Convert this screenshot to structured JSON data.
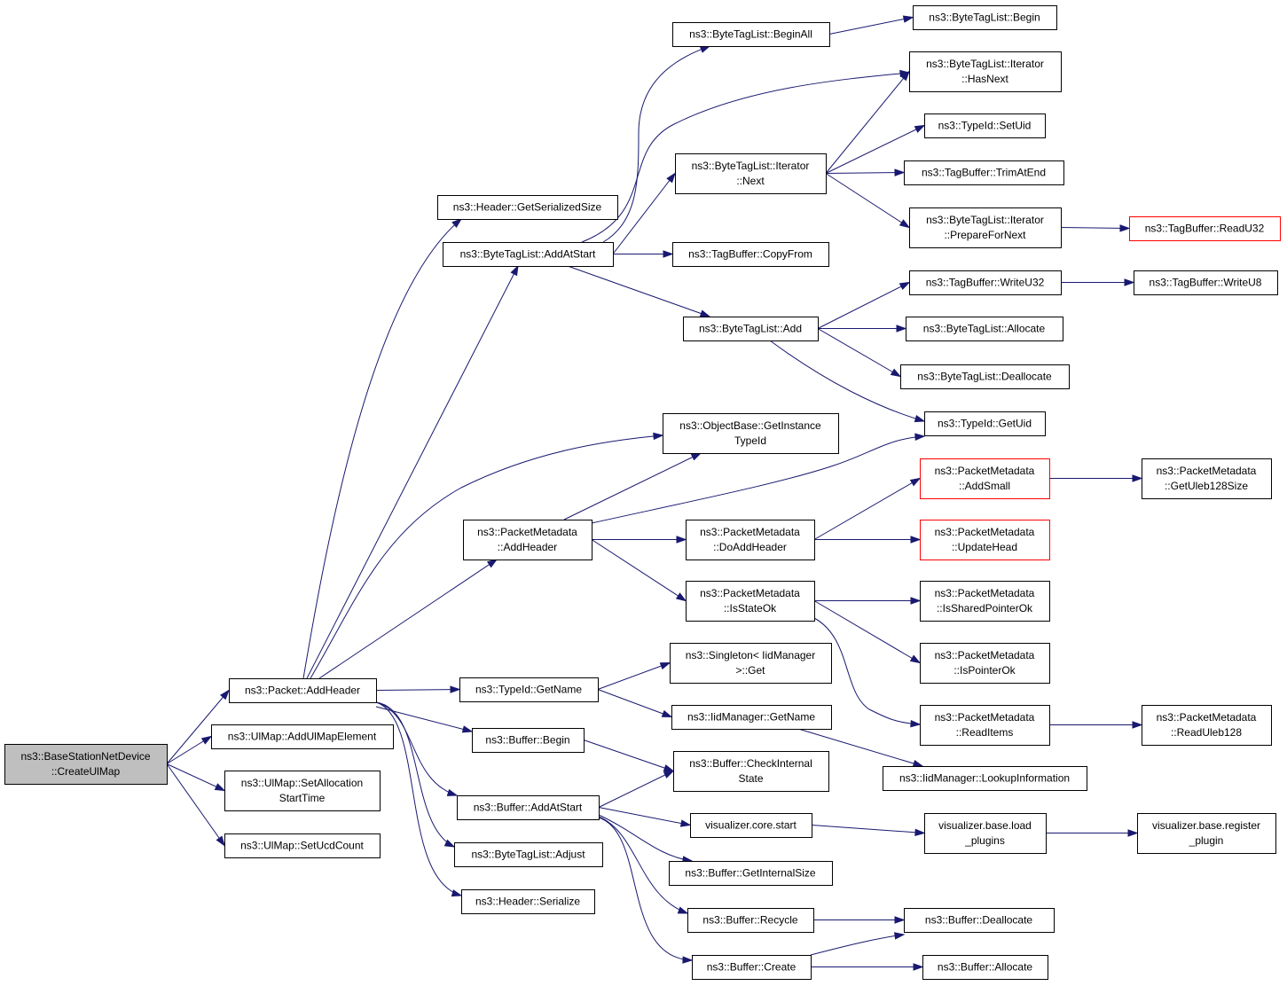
{
  "colors": {
    "edge": "#191970",
    "root_fill": "#bfbfbf",
    "node_fill": "#ffffff",
    "node_border": "#000000",
    "truncated_border": "#ff0000"
  },
  "nodes": [
    {
      "id": "root",
      "lines": [
        "ns3::BaseStationNetDevice",
        "::CreateUlMap"
      ],
      "root": true
    },
    {
      "id": "packet_addheader",
      "lines": [
        "ns3::Packet::AddHeader"
      ]
    },
    {
      "id": "ulmap_addulmapelement",
      "lines": [
        "ns3::UlMap::AddUlMapElement"
      ]
    },
    {
      "id": "ulmap_setallocationstarttime",
      "lines": [
        "ns3::UlMap::SetAllocation",
        "StartTime"
      ]
    },
    {
      "id": "ulmap_setucdcount",
      "lines": [
        "ns3::UlMap::SetUcdCount"
      ]
    },
    {
      "id": "header_getserializedsize",
      "lines": [
        "ns3::Header::GetSerializedSize"
      ]
    },
    {
      "id": "bytetaglist_addatstart",
      "lines": [
        "ns3::ByteTagList::AddAtStart"
      ]
    },
    {
      "id": "packetmetadata_addheader",
      "lines": [
        "ns3::PacketMetadata",
        "::AddHeader"
      ]
    },
    {
      "id": "typeid_getname",
      "lines": [
        "ns3::TypeId::GetName"
      ]
    },
    {
      "id": "buffer_begin",
      "lines": [
        "ns3::Buffer::Begin"
      ]
    },
    {
      "id": "buffer_addatstart",
      "lines": [
        "ns3::Buffer::AddAtStart"
      ]
    },
    {
      "id": "bytetaglist_adjust",
      "lines": [
        "ns3::ByteTagList::Adjust"
      ]
    },
    {
      "id": "header_serialize",
      "lines": [
        "ns3::Header::Serialize"
      ]
    },
    {
      "id": "bytetaglist_beginall",
      "lines": [
        "ns3::ByteTagList::BeginAll"
      ]
    },
    {
      "id": "iterator_next",
      "lines": [
        "ns3::ByteTagList::Iterator",
        "::Next"
      ]
    },
    {
      "id": "tagbuffer_copyfrom",
      "lines": [
        "ns3::TagBuffer::CopyFrom"
      ]
    },
    {
      "id": "bytetaglist_add",
      "lines": [
        "ns3::ByteTagList::Add"
      ]
    },
    {
      "id": "objectbase_getinstancetypeid",
      "lines": [
        "ns3::ObjectBase::GetInstance",
        "TypeId"
      ]
    },
    {
      "id": "packetmetadata_doaddheader",
      "lines": [
        "ns3::PacketMetadata",
        "::DoAddHeader"
      ]
    },
    {
      "id": "packetmetadata_isstateok",
      "lines": [
        "ns3::PacketMetadata",
        "::IsStateOk"
      ]
    },
    {
      "id": "singleton_get",
      "lines": [
        "ns3::Singleton< IidManager",
        " >::Get"
      ]
    },
    {
      "id": "iidmanager_getname",
      "lines": [
        "ns3::IidManager::GetName"
      ]
    },
    {
      "id": "buffer_checkinternalstate",
      "lines": [
        "ns3::Buffer::CheckInternal",
        "State"
      ]
    },
    {
      "id": "visualizer_core_start",
      "lines": [
        "visualizer.core.start"
      ]
    },
    {
      "id": "buffer_getinternalsize",
      "lines": [
        "ns3::Buffer::GetInternalSize"
      ]
    },
    {
      "id": "buffer_recycle",
      "lines": [
        "ns3::Buffer::Recycle"
      ]
    },
    {
      "id": "buffer_create",
      "lines": [
        "ns3::Buffer::Create"
      ]
    },
    {
      "id": "bytetaglist_begin",
      "lines": [
        "ns3::ByteTagList::Begin"
      ]
    },
    {
      "id": "iterator_hasnext",
      "lines": [
        "ns3::ByteTagList::Iterator",
        "::HasNext"
      ]
    },
    {
      "id": "typeid_setuid",
      "lines": [
        "ns3::TypeId::SetUid"
      ]
    },
    {
      "id": "tagbuffer_trimatend",
      "lines": [
        "ns3::TagBuffer::TrimAtEnd"
      ]
    },
    {
      "id": "iterator_preparefornext",
      "lines": [
        "ns3::ByteTagList::Iterator",
        "::PrepareForNext"
      ]
    },
    {
      "id": "tagbuffer_writeu32",
      "lines": [
        "ns3::TagBuffer::WriteU32"
      ]
    },
    {
      "id": "bytetaglist_allocate",
      "lines": [
        "ns3::ByteTagList::Allocate"
      ]
    },
    {
      "id": "bytetaglist_deallocate",
      "lines": [
        "ns3::ByteTagList::Deallocate"
      ]
    },
    {
      "id": "typeid_getuid",
      "lines": [
        "ns3::TypeId::GetUid"
      ]
    },
    {
      "id": "packetmetadata_addsmall",
      "lines": [
        "ns3::PacketMetadata",
        "::AddSmall"
      ],
      "truncated": true
    },
    {
      "id": "packetmetadata_updatehead",
      "lines": [
        "ns3::PacketMetadata",
        "::UpdateHead"
      ],
      "truncated": true
    },
    {
      "id": "packetmetadata_issharedpointerok",
      "lines": [
        "ns3::PacketMetadata",
        "::IsSharedPointerOk"
      ]
    },
    {
      "id": "packetmetadata_ispointerok",
      "lines": [
        "ns3::PacketMetadata",
        "::IsPointerOk"
      ]
    },
    {
      "id": "packetmetadata_readitems",
      "lines": [
        "ns3::PacketMetadata",
        "::ReadItems"
      ]
    },
    {
      "id": "iidmanager_lookupinformation",
      "lines": [
        "ns3::IidManager::LookupInformation"
      ]
    },
    {
      "id": "visualizer_base_load_plugins",
      "lines": [
        "visualizer.base.load",
        "_plugins"
      ]
    },
    {
      "id": "buffer_deallocate",
      "lines": [
        "ns3::Buffer::Deallocate"
      ]
    },
    {
      "id": "buffer_allocate",
      "lines": [
        "ns3::Buffer::Allocate"
      ]
    },
    {
      "id": "tagbuffer_readu32",
      "lines": [
        "ns3::TagBuffer::ReadU32"
      ],
      "truncated": true
    },
    {
      "id": "tagbuffer_writeu8",
      "lines": [
        "ns3::TagBuffer::WriteU8"
      ]
    },
    {
      "id": "packetmetadata_getuleb128size",
      "lines": [
        "ns3::PacketMetadata",
        "::GetUleb128Size"
      ]
    },
    {
      "id": "packetmetadata_readuleb128",
      "lines": [
        "ns3::PacketMetadata",
        "::ReadUleb128"
      ]
    },
    {
      "id": "visualizer_base_register_plugin",
      "lines": [
        "visualizer.base.register",
        "_plugin"
      ]
    }
  ],
  "edges": [
    [
      "root",
      "packet_addheader"
    ],
    [
      "root",
      "ulmap_addulmapelement"
    ],
    [
      "root",
      "ulmap_setallocationstarttime"
    ],
    [
      "root",
      "ulmap_setucdcount"
    ],
    [
      "packet_addheader",
      "header_getserializedsize"
    ],
    [
      "packet_addheader",
      "bytetaglist_addatstart"
    ],
    [
      "packet_addheader",
      "objectbase_getinstancetypeid"
    ],
    [
      "packet_addheader",
      "packetmetadata_addheader"
    ],
    [
      "packet_addheader",
      "typeid_getname"
    ],
    [
      "packet_addheader",
      "buffer_begin"
    ],
    [
      "packet_addheader",
      "buffer_addatstart"
    ],
    [
      "packet_addheader",
      "bytetaglist_adjust"
    ],
    [
      "packet_addheader",
      "header_serialize"
    ],
    [
      "bytetaglist_addatstart",
      "bytetaglist_beginall"
    ],
    [
      "bytetaglist_addatstart",
      "iterator_hasnext"
    ],
    [
      "bytetaglist_addatstart",
      "iterator_next"
    ],
    [
      "bytetaglist_addatstart",
      "tagbuffer_copyfrom"
    ],
    [
      "bytetaglist_addatstart",
      "bytetaglist_add"
    ],
    [
      "bytetaglist_beginall",
      "bytetaglist_begin"
    ],
    [
      "iterator_next",
      "iterator_hasnext"
    ],
    [
      "iterator_next",
      "typeid_setuid"
    ],
    [
      "iterator_next",
      "tagbuffer_trimatend"
    ],
    [
      "iterator_next",
      "iterator_preparefornext"
    ],
    [
      "iterator_preparefornext",
      "tagbuffer_readu32"
    ],
    [
      "bytetaglist_add",
      "tagbuffer_writeu32"
    ],
    [
      "bytetaglist_add",
      "bytetaglist_allocate"
    ],
    [
      "bytetaglist_add",
      "bytetaglist_deallocate"
    ],
    [
      "bytetaglist_add",
      "typeid_getuid"
    ],
    [
      "tagbuffer_writeu32",
      "tagbuffer_writeu8"
    ],
    [
      "packetmetadata_addheader",
      "objectbase_getinstancetypeid"
    ],
    [
      "packetmetadata_addheader",
      "typeid_getuid"
    ],
    [
      "packetmetadata_addheader",
      "packetmetadata_doaddheader"
    ],
    [
      "packetmetadata_addheader",
      "packetmetadata_isstateok"
    ],
    [
      "packetmetadata_doaddheader",
      "packetmetadata_addsmall"
    ],
    [
      "packetmetadata_doaddheader",
      "packetmetadata_updatehead"
    ],
    [
      "packetmetadata_addsmall",
      "packetmetadata_getuleb128size"
    ],
    [
      "packetmetadata_isstateok",
      "packetmetadata_issharedpointerok"
    ],
    [
      "packetmetadata_isstateok",
      "packetmetadata_ispointerok"
    ],
    [
      "packetmetadata_isstateok",
      "packetmetadata_readitems"
    ],
    [
      "packetmetadata_readitems",
      "packetmetadata_readuleb128"
    ],
    [
      "typeid_getname",
      "singleton_get"
    ],
    [
      "typeid_getname",
      "iidmanager_getname"
    ],
    [
      "iidmanager_getname",
      "iidmanager_lookupinformation"
    ],
    [
      "buffer_begin",
      "buffer_checkinternalstate"
    ],
    [
      "buffer_addatstart",
      "buffer_checkinternalstate"
    ],
    [
      "buffer_addatstart",
      "visualizer_core_start"
    ],
    [
      "buffer_addatstart",
      "buffer_getinternalsize"
    ],
    [
      "buffer_addatstart",
      "buffer_recycle"
    ],
    [
      "buffer_addatstart",
      "buffer_create"
    ],
    [
      "visualizer_core_start",
      "visualizer_base_load_plugins"
    ],
    [
      "visualizer_base_load_plugins",
      "visualizer_base_register_plugin"
    ],
    [
      "buffer_recycle",
      "buffer_deallocate"
    ],
    [
      "buffer_create",
      "buffer_deallocate"
    ],
    [
      "buffer_create",
      "buffer_allocate"
    ]
  ]
}
